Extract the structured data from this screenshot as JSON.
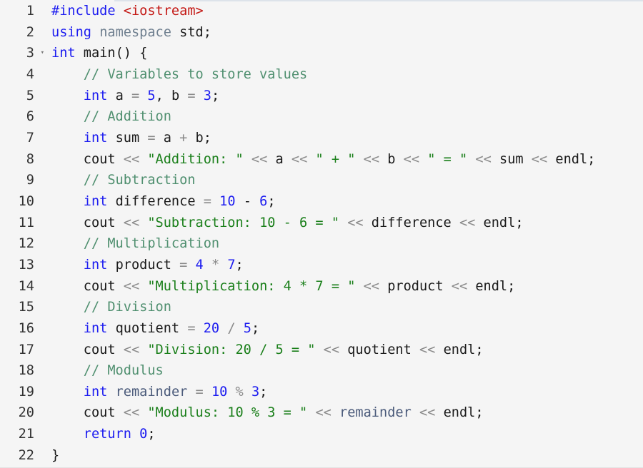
{
  "editor": {
    "lines": [
      {
        "n": "1",
        "t": [
          [
            "pp",
            "#include"
          ],
          [
            "id",
            " "
          ],
          [
            "inc",
            "<iostream>"
          ]
        ]
      },
      {
        "n": "2",
        "t": [
          [
            "kw",
            "using"
          ],
          [
            "id",
            " "
          ],
          [
            "ns",
            "namespace"
          ],
          [
            "id",
            " std;"
          ]
        ]
      },
      {
        "n": "3",
        "fold": "▾",
        "t": [
          [
            "kw",
            "int"
          ],
          [
            "id",
            " main() {"
          ]
        ]
      },
      {
        "n": "4",
        "t": [
          [
            "id",
            "    "
          ],
          [
            "cm",
            "// Variables to store values"
          ]
        ]
      },
      {
        "n": "5",
        "t": [
          [
            "id",
            "    "
          ],
          [
            "kw",
            "int"
          ],
          [
            "id",
            " a "
          ],
          [
            "op",
            "="
          ],
          [
            "id",
            " "
          ],
          [
            "num",
            "5"
          ],
          [
            "id",
            ", b "
          ],
          [
            "op",
            "="
          ],
          [
            "id",
            " "
          ],
          [
            "num",
            "3"
          ],
          [
            "id",
            ";"
          ]
        ]
      },
      {
        "n": "6",
        "t": [
          [
            "id",
            "    "
          ],
          [
            "cm",
            "// Addition"
          ]
        ]
      },
      {
        "n": "7",
        "t": [
          [
            "id",
            "    "
          ],
          [
            "kw",
            "int"
          ],
          [
            "id",
            " sum "
          ],
          [
            "op",
            "="
          ],
          [
            "id",
            " a "
          ],
          [
            "op",
            "+"
          ],
          [
            "id",
            " b;"
          ]
        ]
      },
      {
        "n": "8",
        "t": [
          [
            "id",
            "    cout "
          ],
          [
            "op",
            "<<"
          ],
          [
            "id",
            " "
          ],
          [
            "str",
            "\"Addition: \""
          ],
          [
            "id",
            " "
          ],
          [
            "op",
            "<<"
          ],
          [
            "id",
            " a "
          ],
          [
            "op",
            "<<"
          ],
          [
            "id",
            " "
          ],
          [
            "str",
            "\" + \""
          ],
          [
            "id",
            " "
          ],
          [
            "op",
            "<<"
          ],
          [
            "id",
            " b "
          ],
          [
            "op",
            "<<"
          ],
          [
            "id",
            " "
          ],
          [
            "str",
            "\" = \""
          ],
          [
            "id",
            " "
          ],
          [
            "op",
            "<<"
          ],
          [
            "id",
            " sum "
          ],
          [
            "op",
            "<<"
          ],
          [
            "id",
            " endl;"
          ]
        ]
      },
      {
        "n": "9",
        "t": [
          [
            "id",
            "    "
          ],
          [
            "cm",
            "// Subtraction"
          ]
        ]
      },
      {
        "n": "10",
        "t": [
          [
            "id",
            "    "
          ],
          [
            "kw",
            "int"
          ],
          [
            "id",
            " difference "
          ],
          [
            "op",
            "="
          ],
          [
            "id",
            " "
          ],
          [
            "num",
            "10"
          ],
          [
            "id",
            " - "
          ],
          [
            "num",
            "6"
          ],
          [
            "id",
            ";"
          ]
        ]
      },
      {
        "n": "11",
        "t": [
          [
            "id",
            "    cout "
          ],
          [
            "op",
            "<<"
          ],
          [
            "id",
            " "
          ],
          [
            "str",
            "\"Subtraction: 10 - 6 = \""
          ],
          [
            "id",
            " "
          ],
          [
            "op",
            "<<"
          ],
          [
            "id",
            " difference "
          ],
          [
            "op",
            "<<"
          ],
          [
            "id",
            " endl;"
          ]
        ]
      },
      {
        "n": "12",
        "t": [
          [
            "id",
            "    "
          ],
          [
            "cm",
            "// Multiplication"
          ]
        ]
      },
      {
        "n": "13",
        "t": [
          [
            "id",
            "    "
          ],
          [
            "kw",
            "int"
          ],
          [
            "id",
            " product "
          ],
          [
            "op",
            "="
          ],
          [
            "id",
            " "
          ],
          [
            "num",
            "4"
          ],
          [
            "id",
            " "
          ],
          [
            "op",
            "*"
          ],
          [
            "id",
            " "
          ],
          [
            "num",
            "7"
          ],
          [
            "id",
            ";"
          ]
        ]
      },
      {
        "n": "14",
        "t": [
          [
            "id",
            "    cout "
          ],
          [
            "op",
            "<<"
          ],
          [
            "id",
            " "
          ],
          [
            "str",
            "\"Multiplication: 4 * 7 = \""
          ],
          [
            "id",
            " "
          ],
          [
            "op",
            "<<"
          ],
          [
            "id",
            " product "
          ],
          [
            "op",
            "<<"
          ],
          [
            "id",
            " endl;"
          ]
        ]
      },
      {
        "n": "15",
        "t": [
          [
            "id",
            "    "
          ],
          [
            "cm",
            "// Division"
          ]
        ]
      },
      {
        "n": "16",
        "t": [
          [
            "id",
            "    "
          ],
          [
            "kw",
            "int"
          ],
          [
            "id",
            " quotient "
          ],
          [
            "op",
            "="
          ],
          [
            "id",
            " "
          ],
          [
            "num",
            "20"
          ],
          [
            "id",
            " "
          ],
          [
            "op",
            "/"
          ],
          [
            "id",
            " "
          ],
          [
            "num",
            "5"
          ],
          [
            "id",
            ";"
          ]
        ]
      },
      {
        "n": "17",
        "t": [
          [
            "id",
            "    cout "
          ],
          [
            "op",
            "<<"
          ],
          [
            "id",
            " "
          ],
          [
            "str",
            "\"Division: 20 / 5 = \""
          ],
          [
            "id",
            " "
          ],
          [
            "op",
            "<<"
          ],
          [
            "id",
            " quotient "
          ],
          [
            "op",
            "<<"
          ],
          [
            "id",
            " endl;"
          ]
        ]
      },
      {
        "n": "18",
        "t": [
          [
            "id",
            "    "
          ],
          [
            "cm",
            "// Modulus"
          ]
        ]
      },
      {
        "n": "19",
        "t": [
          [
            "id",
            "    "
          ],
          [
            "kw",
            "int"
          ],
          [
            "id",
            " "
          ],
          [
            "var",
            "remainder"
          ],
          [
            "id",
            " "
          ],
          [
            "op",
            "="
          ],
          [
            "id",
            " "
          ],
          [
            "num",
            "10"
          ],
          [
            "id",
            " "
          ],
          [
            "op",
            "%"
          ],
          [
            "id",
            " "
          ],
          [
            "num",
            "3"
          ],
          [
            "id",
            ";"
          ]
        ]
      },
      {
        "n": "20",
        "t": [
          [
            "id",
            "    cout "
          ],
          [
            "op",
            "<<"
          ],
          [
            "id",
            " "
          ],
          [
            "str",
            "\"Modulus: 10 % 3 = \""
          ],
          [
            "id",
            " "
          ],
          [
            "op",
            "<<"
          ],
          [
            "id",
            " "
          ],
          [
            "var",
            "remainder"
          ],
          [
            "id",
            " "
          ],
          [
            "op",
            "<<"
          ],
          [
            "id",
            " endl;"
          ]
        ]
      },
      {
        "n": "21",
        "t": [
          [
            "id",
            "    "
          ],
          [
            "kw",
            "return"
          ],
          [
            "id",
            " "
          ],
          [
            "num",
            "0"
          ],
          [
            "id",
            ";"
          ]
        ]
      },
      {
        "n": "22",
        "t": [
          [
            "id",
            "}"
          ]
        ]
      }
    ]
  }
}
